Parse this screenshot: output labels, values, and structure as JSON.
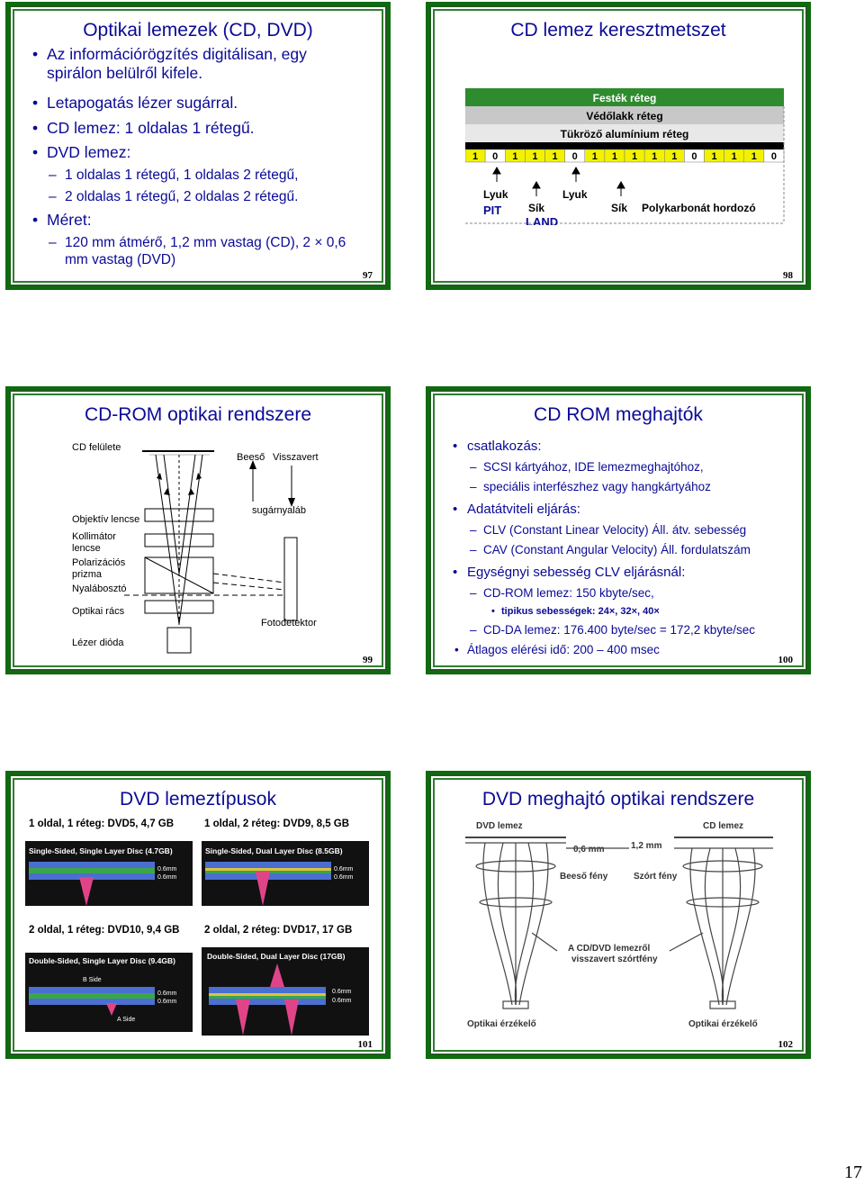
{
  "page_number": "17",
  "slide97": {
    "title": "Optikai lemezek (CD, DVD)",
    "bullet1": "Az információrögzítés digitálisan, egy",
    "bullet1b": "spirálon belülről kifele.",
    "bullet2": "Letapogatás lézer sugárral.",
    "bullet3": "CD lemez: 1 oldalas 1 rétegű.",
    "bullet4": "DVD lemez:",
    "sub1": "1 oldalas 1 rétegű, 1 oldalas 2 rétegű,",
    "sub2": "2 oldalas 1 rétegű, 2 oldalas 2 rétegű.",
    "bullet5": "Méret:",
    "sub3": "120 mm átmérő, 1,2 mm vastag (CD), 2 × 0,6",
    "sub3b": "mm vastag (DVD)",
    "num": "97"
  },
  "slide98": {
    "title": "CD lemez keresztmetszet",
    "layer1": "Festék réteg",
    "layer2": "Védőlakk réteg",
    "layer3": "Tükröző alumínium réteg",
    "bits": [
      "1",
      "0",
      "1",
      "1",
      "1",
      "0",
      "1",
      "1",
      "1",
      "1",
      "1",
      "0",
      "1",
      "1",
      "1",
      "0"
    ],
    "lyuk1": "Lyuk",
    "lyuk2": "Lyuk",
    "pit": "PIT",
    "sik1": "Sík",
    "land": "LAND",
    "sik2": "Sík",
    "hordozo": "Polykarbonát hordozó",
    "num": "98"
  },
  "slide99": {
    "title": "CD-ROM optikai rendszere",
    "cd_felulete": "CD felülete",
    "objektiv": "Objektív lencse",
    "kollimator1": "Kollimátor",
    "kollimator2": "lencse",
    "polar1": "Polarizációs",
    "polar2": "prizma",
    "nyalab": "Nyalábosztó",
    "racs": "Optikai rács",
    "lezer": "Lézer dióda",
    "beeso": "Beeső",
    "visszavert": "Visszavert",
    "sugarnyalab": "sugárnyaláb",
    "fotodetektor": "Fotodetektor",
    "num": "99"
  },
  "slide100": {
    "title": "CD ROM meghajtók",
    "b1": "csatlakozás:",
    "s1": "SCSI kártyához, IDE lemezmeghajtóhoz,",
    "s2": "speciális interfészhez vagy hangkártyához",
    "b2": "Adatátviteli eljárás:",
    "s3": "CLV (Constant Linear Velocity) Áll. átv. sebesség",
    "s4": "CAV (Constant Angular Velocity) Áll. fordulatszám",
    "b3": "Egységnyi sebesség CLV eljárásnál:",
    "s5": "CD-ROM lemez: 150 kbyte/sec,",
    "s6": "tipikus sebességek: 24×, 32×, 40×",
    "s7": "CD-DA lemez: 176.400 byte/sec = 172,2 kbyte/sec",
    "b4": "Átlagos elérési idő: 200 – 400 msec",
    "num": "100"
  },
  "slide101": {
    "title": "DVD lemeztípusok",
    "l1": "1 oldal, 1 réteg: DVD5, 4,7 GB",
    "l2": "1 oldal, 2 réteg: DVD9, 8,5 GB",
    "l3": "2 oldal, 1 réteg: DVD10, 9,4 GB",
    "l4": "2 oldal, 2 réteg: DVD17, 17 GB",
    "img1": "Single-Sided, Single Layer Disc (4.7GB)",
    "img2": "Single-Sided, Dual Layer Disc (8.5GB)",
    "img3": "Double-Sided, Single Layer Disc (9.4GB)",
    "img4": "Double-Sided, Dual Layer Disc (17GB)",
    "mm": "0.6mm",
    "bside": "B Side",
    "aside": "A Side",
    "num": "101"
  },
  "slide102": {
    "title": "DVD meghajtó optikai rendszere",
    "dvd_lemez": "DVD lemez",
    "cd_lemez": "CD lemez",
    "mm06": "0,6 mm",
    "mm12": "1,2 mm",
    "beeso": "Beeső fény",
    "szort": "Szórt fény",
    "refl1": "A CD/DVD lemezről",
    "refl2": "visszavert szórtfény",
    "opt1": "Optikai érzékelő",
    "opt2": "Optikai érzékelő",
    "num": "102"
  }
}
